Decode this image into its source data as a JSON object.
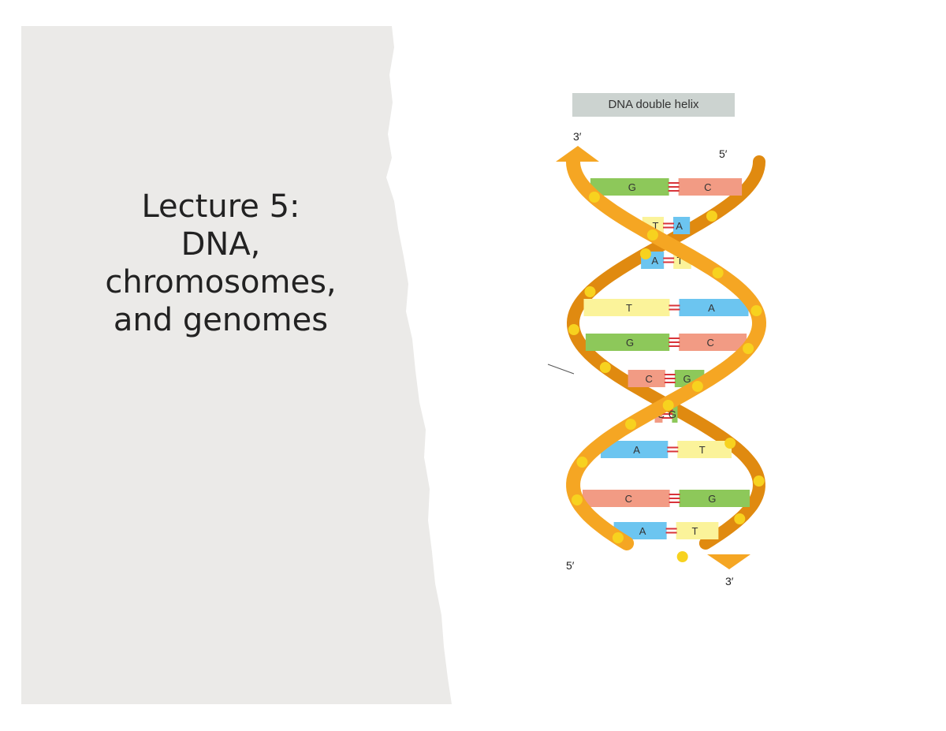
{
  "title": {
    "lines": [
      "Lecture 5:",
      "DNA,",
      "chromosomes,",
      "and genomes"
    ]
  },
  "diagram": {
    "label": "DNA double helix",
    "ends": {
      "top_left": "3′",
      "top_right": "5′",
      "bottom_left": "5′",
      "bottom_right": "3′"
    },
    "base_pairs": [
      {
        "left": "G",
        "right": "C"
      },
      {
        "left": "T",
        "right": "A"
      },
      {
        "left": "A",
        "right": "T"
      },
      {
        "left": "T",
        "right": "A"
      },
      {
        "left": "G",
        "right": "C"
      },
      {
        "left": "C",
        "right": "G"
      },
      {
        "left": "C",
        "right": "G"
      },
      {
        "left": "A",
        "right": "T"
      },
      {
        "left": "C",
        "right": "G"
      },
      {
        "left": "A",
        "right": "T"
      }
    ],
    "colors": {
      "backbone": "#f5a623",
      "backbone_dark": "#e08a10",
      "phosphate": "#f7d21f",
      "G": "#8dc85a",
      "C": "#f29b84",
      "A": "#6cc5f0",
      "T": "#fbf39a",
      "hbond": "#d8343a",
      "panel": "#ebeae8"
    }
  }
}
